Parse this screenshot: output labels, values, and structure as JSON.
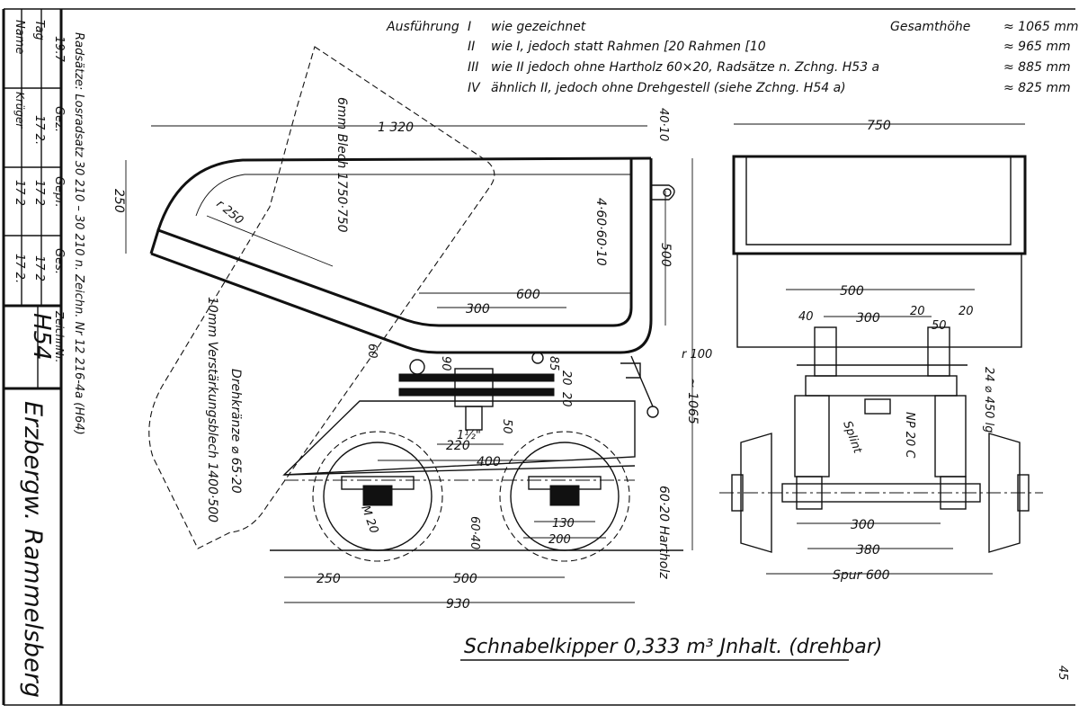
{
  "title_block": {
    "row1_label": "19.7",
    "row2_label": "Tag",
    "row3_label": "Name",
    "gez": "Gez.",
    "gez_date": "17 2.",
    "gez_sig": "Krüger",
    "gepr": "Gepr.",
    "gepr_date": "17 2",
    "gepr_date2": "17 2",
    "ges": "Ges.",
    "ges_date": "17 2",
    "ges_date2": "17 2.",
    "zeichnr_label": "ZeichnNr.",
    "drawing_no": "H54",
    "company": "Erzbergw. Rammelsberg"
  },
  "notes": {
    "radsaetze": "Radsätze: Losradsatz 30 210 – 30 210 n. Zeichn. Nr 12 216-4a (H64)"
  },
  "variants": [
    {
      "num": "I",
      "text": "wie gezeichnet"
    },
    {
      "num": "II",
      "text": "wie I, jedoch statt Rahmen [20 Rahmen [10"
    },
    {
      "num": "III",
      "text": "wie II jedoch ohne Hartholz 60×20, Radsätze n. Zchng. H53 a"
    },
    {
      "num": "IV",
      "text": "ähnlich II, jedoch ohne Drehgestell (siehe Zchng. H54 a)"
    }
  ],
  "ausfuehrung_label": "Ausführung",
  "gesamthoehe_label": "Gesamthöhe",
  "heights": [
    "≈ 1065 mm",
    "≈ 965 mm",
    "≈ 885 mm",
    "≈ 825 mm"
  ],
  "side_view": {
    "dim_1320": "1 320",
    "dim_250": "250",
    "r250": "r 250",
    "blech": "6mm Blech 1750·750",
    "versteifung": "10mm Verstärkungsblech 1400·500",
    "drehkraenze": "Drehkränze ⌀ 65·20",
    "angle": "4·60·60·10",
    "dim_40_10": "40·10",
    "dim_500_v": "500",
    "dim_600": "600",
    "dim_300": "300",
    "dim_60": "60",
    "dim_90": "90",
    "dim_85": "85",
    "dim_20a": "20",
    "dim_20b": "20",
    "dim_100": "r 100",
    "dim_1065": "~ 1065",
    "dim_112": "1½\"",
    "dim_50": "50",
    "dim_220": "220",
    "dim_400": "400",
    "dim_m20": "M 20",
    "dim_6040": "60·40",
    "dim_130": "130",
    "dim_200": "200",
    "hartholz": "60·20 Hartholz",
    "dim_250b": "250",
    "dim_500b": "500",
    "dim_930": "930"
  },
  "end_view": {
    "dim_750": "750",
    "dim_500": "500",
    "dim_40": "40",
    "dim_300": "300",
    "dim_20a": "20",
    "dim_50": "50",
    "dim_20b": "20",
    "np20": "NP 20 C",
    "splint": "Splint",
    "bolt": "24 ⌀ 450 lg",
    "dim_300b": "300",
    "dim_380": "380",
    "spur": "Spur 600"
  },
  "main_title": "Schnabelkipper 0,333 m³ Jnhalt. (drehbar)",
  "sheet_no": "45"
}
